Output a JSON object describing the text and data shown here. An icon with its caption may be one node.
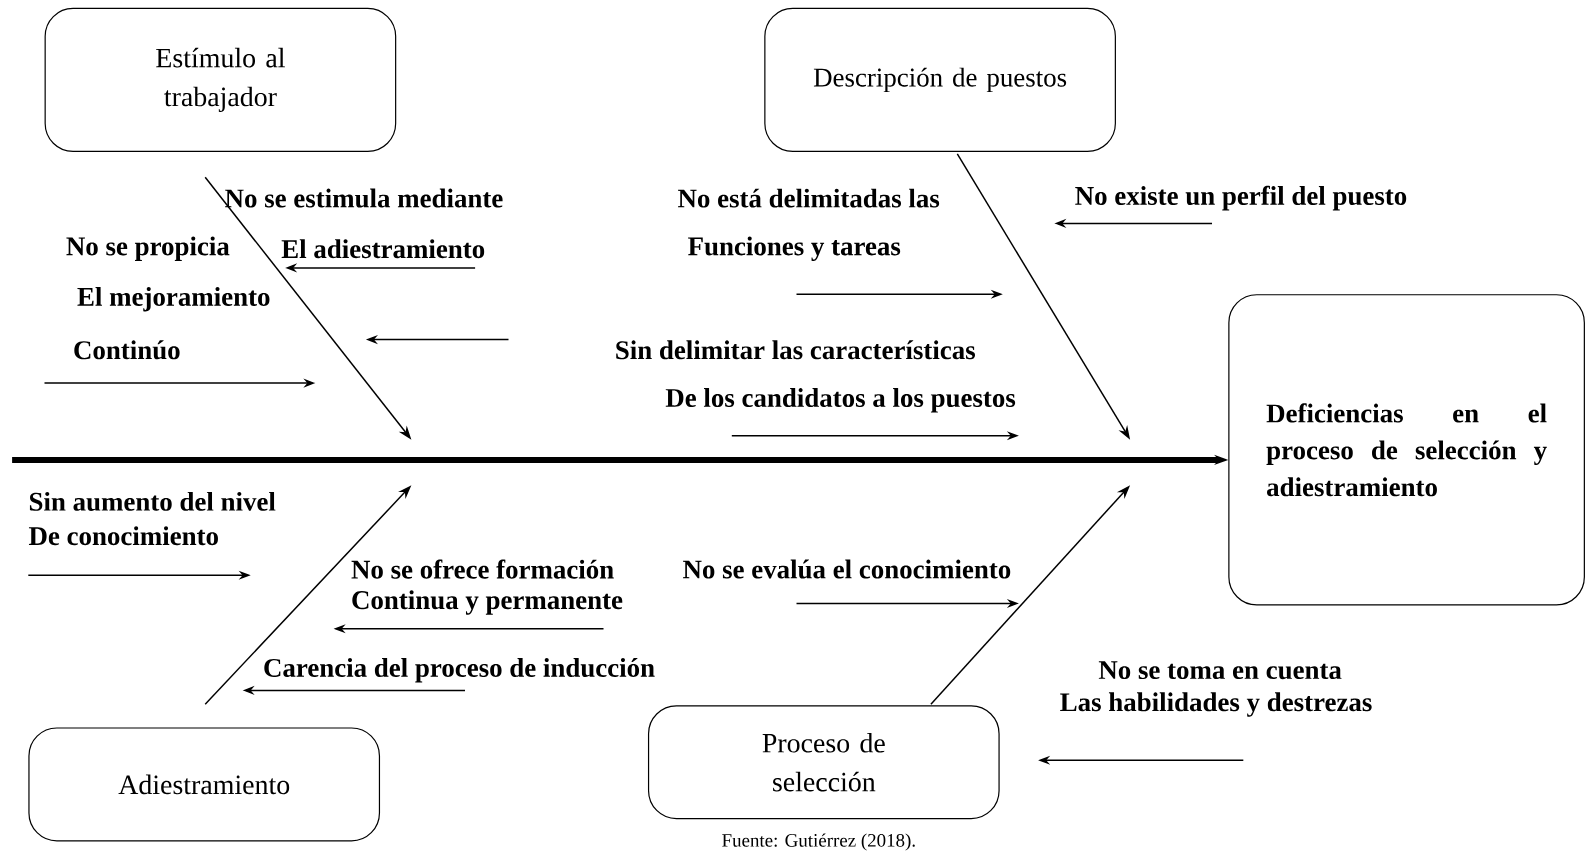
{
  "diagram": {
    "caption": "Fuente: Gutiérrez (2018).",
    "nodes": [
      {
        "text": [
          "Estímulo al trabajador"
        ]
      },
      {
        "text": [
          "Descripción de puestos"
        ]
      },
      {
        "text": [
          "Deficiencias en el proceso de selección y adiestramiento"
        ]
      },
      {
        "text": [
          "Adiestramiento"
        ]
      },
      {
        "text": [
          "Proceso de selección"
        ]
      }
    ],
    "edges": [
      {
        "from": null,
        "to": 2,
        "arrow": "to",
        "style": "thick"
      },
      {
        "from": 0,
        "to": null,
        "arrow": "to"
      },
      {
        "from": 1,
        "to": null,
        "arrow": "to"
      },
      {
        "from": 3,
        "to": null,
        "arrow": "to"
      },
      {
        "from": 4,
        "to": null,
        "arrow": "to"
      }
    ],
    "labels": [
      "No se estimula mediante",
      "No está delimitadas las",
      "No existe un perfil del puesto",
      "No se propicia",
      "El adiestramiento",
      "Funciones y tareas",
      "El mejoramiento",
      "Continúo",
      "Sin delimitar las características",
      "De los candidatos a los puestos",
      "Sin aumento del nivel",
      "De conocimiento",
      "No se ofrece formación",
      "No se evalúa el conocimiento",
      "Continua y permanente",
      "Carencia del proceso de inducción",
      "No se toma en cuenta",
      "Las habilidades y destrezas"
    ]
  }
}
